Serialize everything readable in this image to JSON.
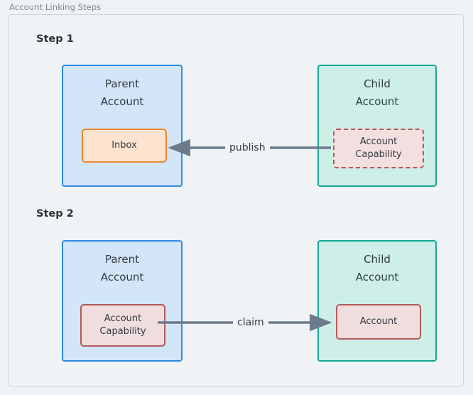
{
  "caption": "Account Linking Steps",
  "colors": {
    "page_background": "#eef2f5",
    "frame_background": "#eff3f5",
    "frame_border": "#ccd4dc",
    "parent_fill": "#d3e5f8",
    "parent_border": "#2d8ae0",
    "child_fill": "#cdefe8",
    "child_border": "#16a894",
    "inbox_fill": "#fce3d0",
    "inbox_border": "#e8872e",
    "capability_fill": "#f3dfdf",
    "capability_border": "#b35a5a",
    "arrow": "#6b7b8c",
    "text": "#333a42",
    "caption_text": "#7a8794"
  },
  "steps": [
    {
      "label": "Step 1",
      "parent": {
        "title": "Parent\nAccount",
        "node": {
          "label": "Inbox",
          "style": "solid-orange"
        }
      },
      "child": {
        "title": "Child\nAccount",
        "node": {
          "label": "Account\nCapability",
          "style": "dashed-red"
        }
      },
      "arrow": {
        "label": "publish",
        "direction": "right-to-left"
      }
    },
    {
      "label": "Step 2",
      "parent": {
        "title": "Parent\nAccount",
        "node": {
          "label": "Account\nCapability",
          "style": "solid-red"
        }
      },
      "child": {
        "title": "Child\nAccount",
        "node": {
          "label": "Account",
          "style": "solid-red"
        }
      },
      "arrow": {
        "label": "claim",
        "direction": "left-to-right"
      }
    }
  ]
}
